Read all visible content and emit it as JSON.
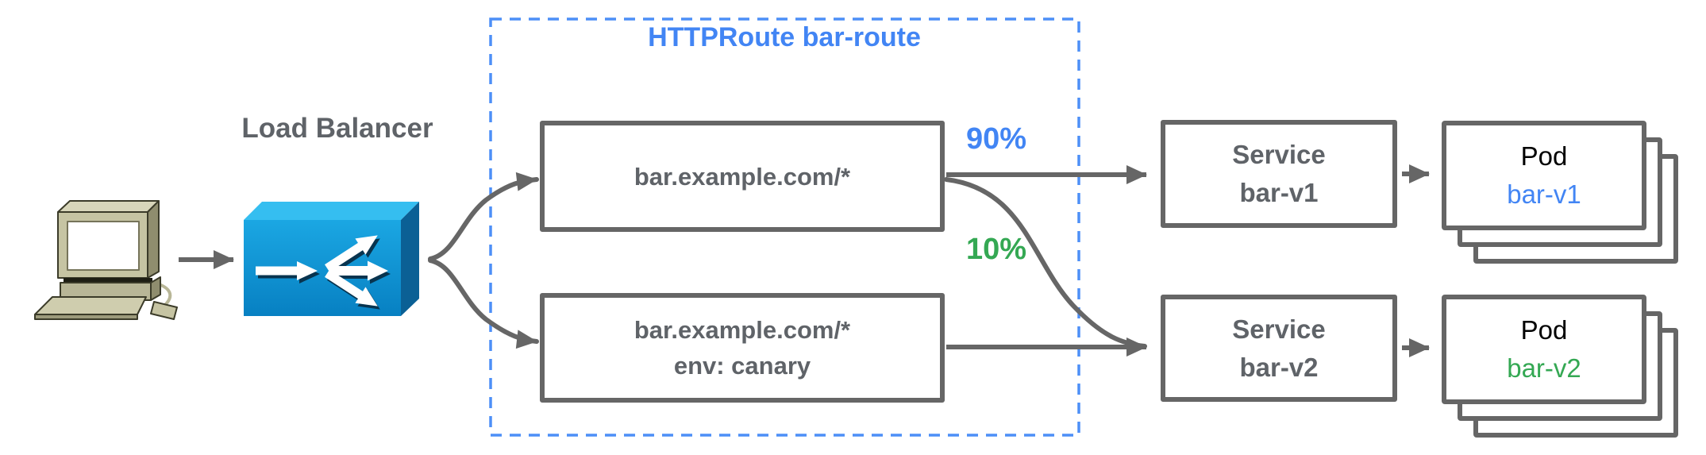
{
  "diagram_title": {
    "line1": "HTTPRoute",
    "line2": "bar-route"
  },
  "load_balancer_label": "Load Balancer",
  "routes": {
    "primary": {
      "match": "bar.example.com/*",
      "weight_label": "90%"
    },
    "canary": {
      "match": "bar.example.com/*",
      "header": "env: canary",
      "weight_label": "10%"
    }
  },
  "services": {
    "v1": {
      "kind": "Service",
      "name": "bar-v1"
    },
    "v2": {
      "kind": "Service",
      "name": "bar-v2"
    }
  },
  "pods": {
    "v1": {
      "kind": "Pod",
      "name": "bar-v1"
    },
    "v2": {
      "kind": "Pod",
      "name": "bar-v2"
    }
  },
  "icons": {
    "client": "client-computer-icon",
    "load_balancer": "load-balancer-icon"
  },
  "colors": {
    "accent_blue": "#4285F4",
    "accent_green": "#34A853",
    "text_gray": "#5F6368",
    "line_gray": "#666666",
    "dashed_border_blue": "#4D8FF7",
    "lb_front_blue": "#0A93D6",
    "lb_top_blue": "#35BEF0",
    "lb_side_blue": "#0B6095",
    "computer_body_khaki": "#C6C4A3"
  }
}
